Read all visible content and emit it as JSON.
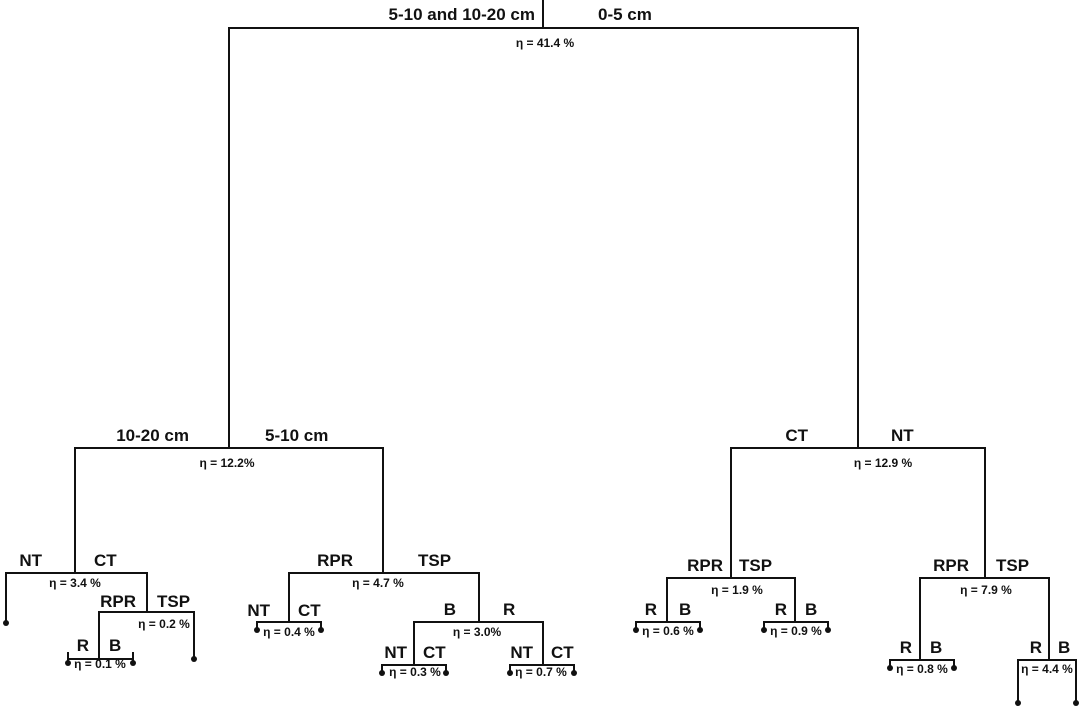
{
  "tree": {
    "split": "η = 41.4 %",
    "left_label": "5-10 and 10-20 cm",
    "right_label": "0-5 cm",
    "left": {
      "split": "η = 12.2%",
      "left_label": "10-20 cm",
      "right_label": "5-10 cm",
      "left": {
        "split": "η = 3.4 %",
        "left_label": "NT",
        "right_label": "CT",
        "left": {
          "leaf": true
        },
        "right": {
          "split": "η = 0.2 %",
          "left_label": "RPR",
          "right_label": "TSP",
          "left": {
            "split": "η = 0.1 %",
            "left_label": "R",
            "right_label": "B",
            "left": {
              "leaf": true
            },
            "right": {
              "leaf": true
            }
          },
          "right": {
            "leaf": true
          }
        }
      },
      "right": {
        "split": "η = 4.7 %",
        "left_label": "RPR",
        "right_label": "TSP",
        "left": {
          "split": "η = 0.4 %",
          "left_label": "NT",
          "right_label": "CT",
          "left": {
            "leaf": true
          },
          "right": {
            "leaf": true
          }
        },
        "right": {
          "split": "η = 3.0%",
          "left_label": "B",
          "right_label": "R",
          "left": {
            "split": "η = 0.3 %",
            "left_label": "NT",
            "right_label": "CT",
            "left": {
              "leaf": true
            },
            "right": {
              "leaf": true
            }
          },
          "right": {
            "split": "η = 0.7 %",
            "left_label": "NT",
            "right_label": "CT",
            "left": {
              "leaf": true
            },
            "right": {
              "leaf": true
            }
          }
        }
      }
    },
    "right": {
      "split": "η = 12.9 %",
      "left_label": "CT",
      "right_label": "NT",
      "left": {
        "split": "η = 1.9 %",
        "left_label": "RPR",
        "right_label": "TSP",
        "left": {
          "split": "η = 0.6 %",
          "left_label": "R",
          "right_label": "B",
          "left": {
            "leaf": true
          },
          "right": {
            "leaf": true
          }
        },
        "right": {
          "split": "η = 0.9 %",
          "left_label": "R",
          "right_label": "B",
          "left": {
            "leaf": true
          },
          "right": {
            "leaf": true
          }
        }
      },
      "right": {
        "split": "η = 7.9 %",
        "left_label": "RPR",
        "right_label": "TSP",
        "left": {
          "split": "η = 0.8 %",
          "left_label": "R",
          "right_label": "B",
          "left": {
            "leaf": true
          },
          "right": {
            "leaf": true
          }
        },
        "right": {
          "split": "η = 4.4 %",
          "left_label": "R",
          "right_label": "B",
          "left": {
            "leaf": true
          },
          "right": {
            "leaf": true
          }
        }
      }
    }
  }
}
